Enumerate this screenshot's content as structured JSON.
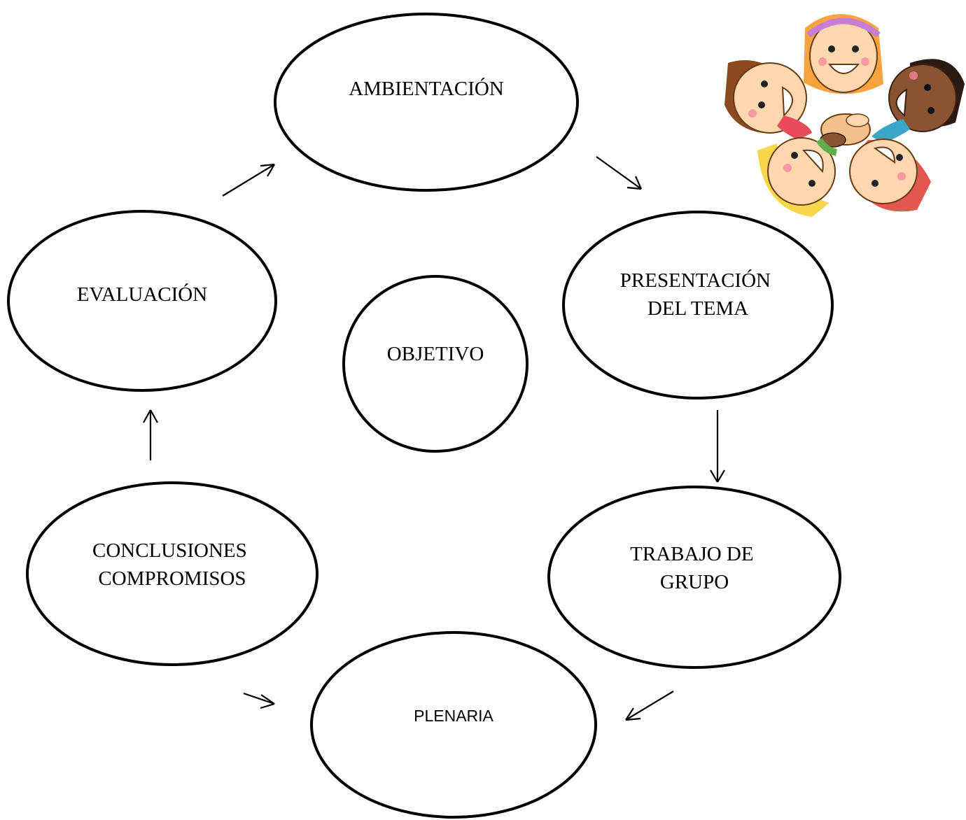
{
  "diagram": {
    "nodes": {
      "ambientacion": {
        "lines": [
          "AMBIENTACIÓN"
        ]
      },
      "presentacion": {
        "lines": [
          "PRESENTACIÓN",
          "DEL TEMA"
        ]
      },
      "trabajo": {
        "lines": [
          "TRABAJO DE",
          "GRUPO"
        ]
      },
      "plenaria": {
        "lines": [
          "PLENARIA"
        ]
      },
      "conclusiones": {
        "lines": [
          "CONCLUSIONES",
          "COMPROMISOS"
        ]
      },
      "evaluacion": {
        "lines": [
          "EVALUACIÓN"
        ]
      },
      "objetivo": {
        "lines": [
          "OBJETIVO"
        ]
      }
    },
    "edges": [
      {
        "from": "ambientacion",
        "to": "presentacion"
      },
      {
        "from": "presentacion",
        "to": "trabajo"
      },
      {
        "from": "trabajo",
        "to": "plenaria"
      },
      {
        "from": "conclusiones",
        "to": "plenaria"
      },
      {
        "from": "conclusiones",
        "to": "evaluacion"
      },
      {
        "from": "evaluacion",
        "to": "ambientacion"
      }
    ],
    "illustration": {
      "icon": "children-circle-illustration"
    }
  }
}
